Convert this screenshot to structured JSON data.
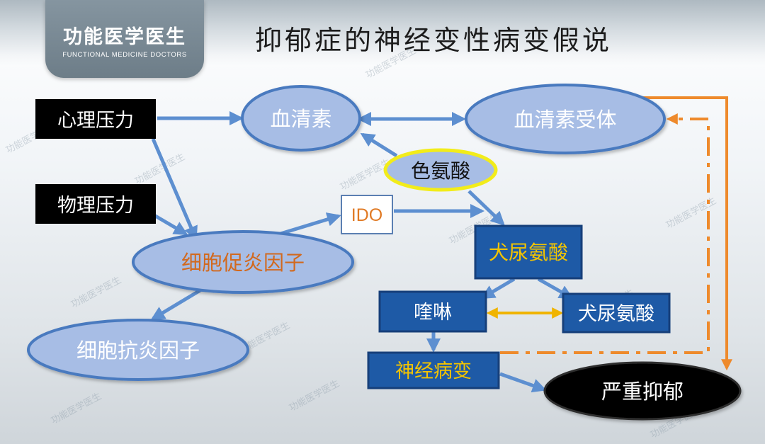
{
  "header": {
    "logo_cn": "功能医学医生",
    "logo_en": "FUNCTIONAL MEDICINE DOCTORS",
    "title": "抑郁症的神经变性病变假说"
  },
  "watermark_text": "功能医学医生",
  "colors": {
    "ellipse_fill": "#a7bde5",
    "ellipse_stroke": "#4a7abf",
    "box_dark_fill": "#1e5aa6",
    "box_dark_stroke": "#163f7a",
    "stress_box_fill": "#000000",
    "arrow_blue": "#5d8fd0",
    "arrow_orange": "#ee8a2c",
    "arrow_yellow": "#f0b400",
    "tryptophan_stroke": "#f2ec1a",
    "ido_text": "#e07a24",
    "kynurenine_text": "#f3c400",
    "proinflammatory_text": "#d2691e"
  },
  "nodes": {
    "psych_stress": "心理压力",
    "phys_stress": "物理压力",
    "serotonin": "血清素",
    "serotonin_receptor": "血清素受体",
    "tryptophan": "色氨酸",
    "ido": "IDO",
    "proinflammatory": "细胞促炎因子",
    "antiinflammatory": "细胞抗炎因子",
    "kynurenine": "犬尿氨酸",
    "quinoline": "喹啉",
    "kynurenic_acid": "犬尿氨酸",
    "neuro_lesion": "神经病变",
    "severe_depression": "严重抑郁"
  }
}
